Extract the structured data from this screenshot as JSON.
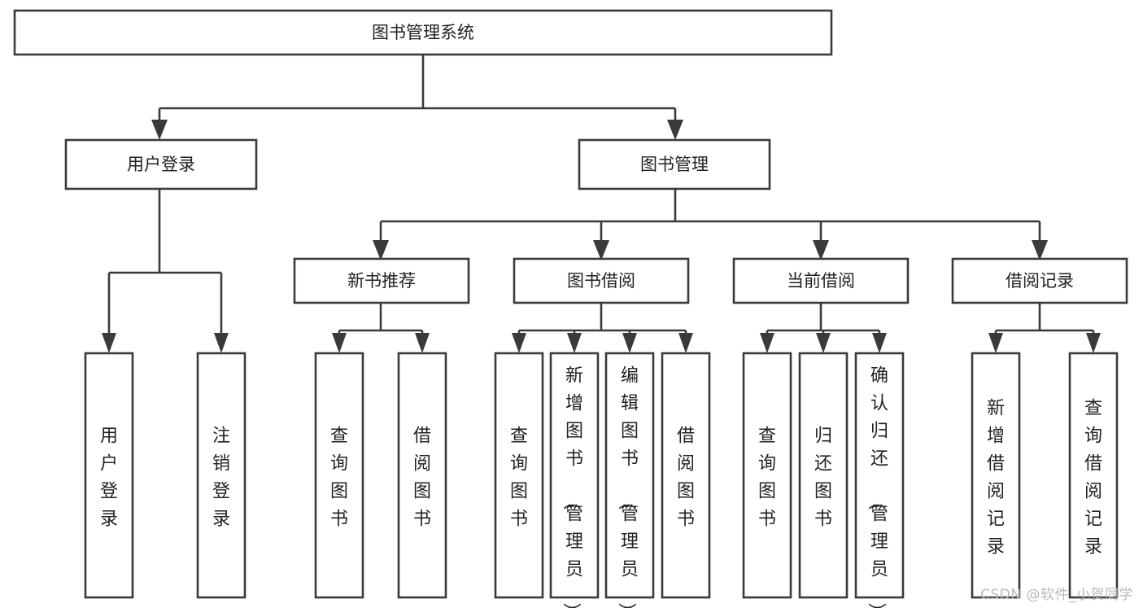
{
  "diagram": {
    "type": "hierarchy-tree",
    "title": "图书管理系统",
    "watermark": "CSDN @软件_小贺同学",
    "colors": {
      "stroke": "#3a3a3a",
      "box_fill": "#ffffff",
      "text": "#222222",
      "background": "#ffffff",
      "watermark": "#b9b9b9"
    },
    "root": {
      "label": "图书管理系统",
      "orientation": "horizontal"
    },
    "level2": [
      {
        "label": "用户登录",
        "orientation": "horizontal"
      },
      {
        "label": "图书管理",
        "orientation": "horizontal"
      }
    ],
    "level3": [
      {
        "label": "新书推荐",
        "orientation": "horizontal",
        "parent": "图书管理"
      },
      {
        "label": "图书借阅",
        "orientation": "horizontal",
        "parent": "图书管理"
      },
      {
        "label": "当前借阅",
        "orientation": "horizontal",
        "parent": "图书管理"
      },
      {
        "label": "借阅记录",
        "orientation": "horizontal",
        "parent": "图书管理"
      }
    ],
    "leaves": {
      "用户登录": [
        {
          "label": "用户登录",
          "orientation": "vertical"
        },
        {
          "label": "注销登录",
          "orientation": "vertical"
        }
      ],
      "新书推荐": [
        {
          "label": "查询图书",
          "orientation": "vertical"
        },
        {
          "label": "借阅图书",
          "orientation": "vertical"
        }
      ],
      "图书借阅": [
        {
          "label": "查询图书",
          "orientation": "vertical"
        },
        {
          "label": "新增图书（管理员）",
          "orientation": "vertical"
        },
        {
          "label": "编辑图书（管理员）",
          "orientation": "vertical"
        },
        {
          "label": "借阅图书",
          "orientation": "vertical"
        }
      ],
      "当前借阅": [
        {
          "label": "查询图书",
          "orientation": "vertical"
        },
        {
          "label": "归还图书",
          "orientation": "vertical"
        },
        {
          "label": "确认归还（管理员）",
          "orientation": "vertical"
        }
      ],
      "借阅记录": [
        {
          "label": "新增借阅记录",
          "orientation": "vertical"
        },
        {
          "label": "查询借阅记录",
          "orientation": "vertical"
        }
      ]
    }
  }
}
